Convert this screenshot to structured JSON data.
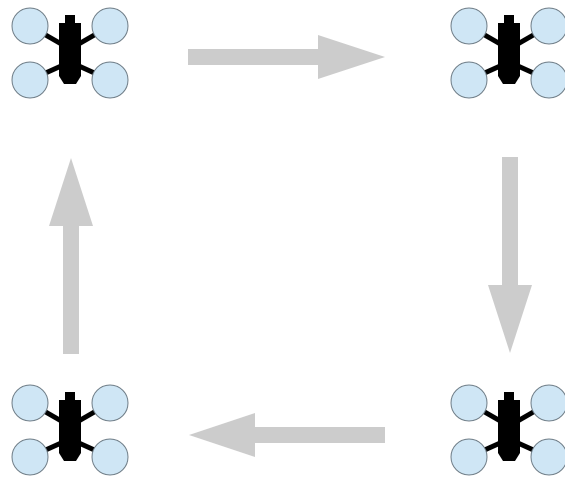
{
  "diagram": {
    "kind": "drone-movement-cycle",
    "drone_count": 4,
    "arrow_count": 4,
    "colors": {
      "background": "#ffffff",
      "rotor_fill": "#cfe6f5",
      "rotor_stroke": "#6f7d87",
      "drone_body": "#000000",
      "arrow": "#cccccc"
    },
    "drones": [
      {
        "id": "top-left"
      },
      {
        "id": "top-right"
      },
      {
        "id": "bottom-right"
      },
      {
        "id": "bottom-left"
      }
    ],
    "arrows": [
      {
        "from": "top-left",
        "to": "top-right",
        "direction": "right"
      },
      {
        "from": "top-right",
        "to": "bottom-right",
        "direction": "down"
      },
      {
        "from": "bottom-right",
        "to": "bottom-left",
        "direction": "left"
      },
      {
        "from": "bottom-left",
        "to": "top-left",
        "direction": "up"
      }
    ]
  }
}
